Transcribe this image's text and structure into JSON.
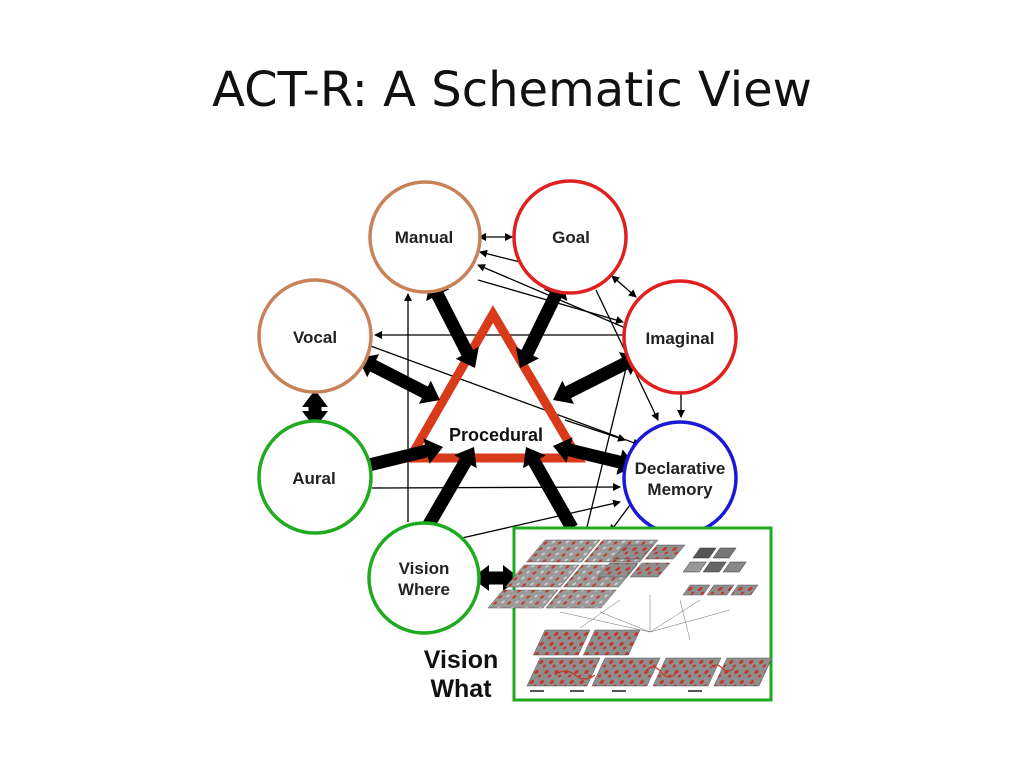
{
  "slide": {
    "title": "ACT-R: A Schematic View"
  },
  "modules": {
    "manual": "Manual",
    "goal": "Goal",
    "vocal": "Vocal",
    "imaginal": "Imaginal",
    "aural": "Aural",
    "declarative_line1": "Declarative",
    "declarative_line2": "Memory",
    "vision_where_line1": "Vision",
    "vision_where_line2": "Where",
    "procedural": "Procedural",
    "vision_what_line1": "Vision",
    "vision_what_line2": "What"
  },
  "colors": {
    "perceptual_motor_orange": "#c8825a",
    "goal_red": "#e02020",
    "perceptual_green": "#1faa1f",
    "declarative_blue": "#1a1ad6",
    "procedural_triangle": "#d83a1a"
  }
}
